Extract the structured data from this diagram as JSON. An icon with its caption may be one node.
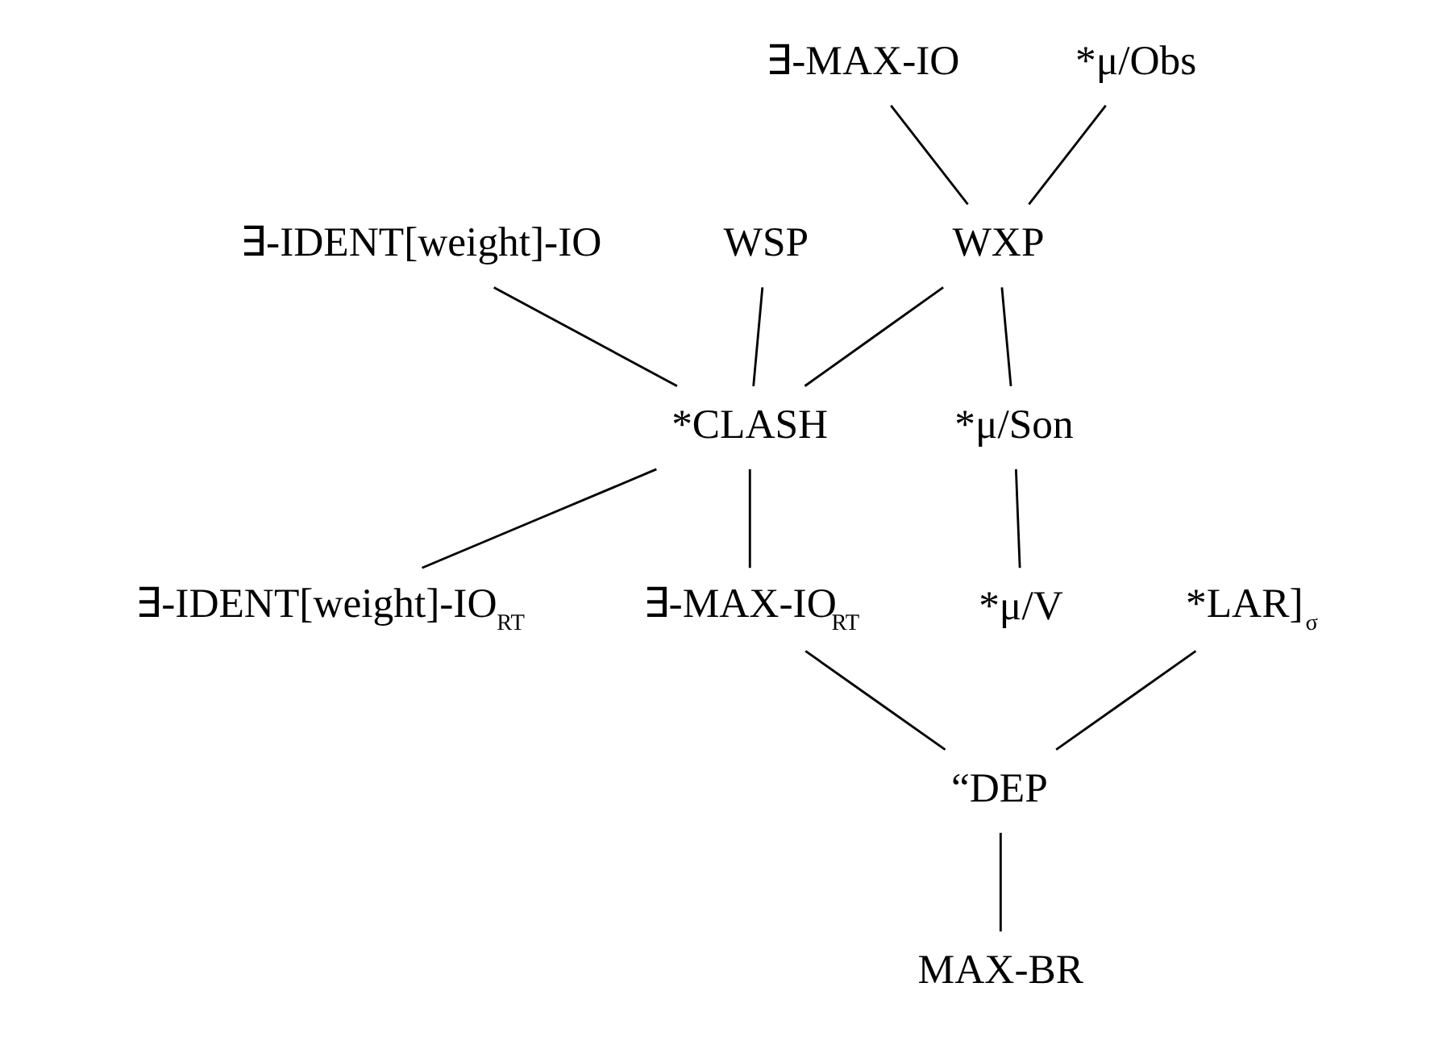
{
  "diagram": {
    "nodes": [
      {
        "text": [
          "∃-MAX-IO"
        ]
      },
      {
        "text": [
          "*μ/Obs"
        ]
      },
      {
        "text": [
          "∃-IDENT[weight]-IO"
        ]
      },
      {
        "text": [
          "WSP"
        ]
      },
      {
        "text": [
          "WXP"
        ]
      },
      {
        "text": [
          "*CLASH"
        ]
      },
      {
        "text": [
          "*μ/Son"
        ]
      },
      {
        "text": [
          "∃-IDENT[weight]-IO$_{RT}$"
        ]
      },
      {
        "text": [
          "∃-MAX-IO$_{RT}$"
        ]
      },
      {
        "text": [
          "*LAR]$_{σ}$"
        ]
      },
      {
        "text": [
          "*μ/V"
        ]
      },
      {
        "text": [
          "“DEP"
        ]
      },
      {
        "text": [
          "MAX-BR"
        ]
      }
    ],
    "edges": [
      {
        "from": 0,
        "to": 4,
        "arrow": "none"
      },
      {
        "from": 1,
        "to": 4,
        "arrow": "none"
      },
      {
        "from": 2,
        "to": 5,
        "arrow": "none"
      },
      {
        "from": 3,
        "to": 5,
        "arrow": "none"
      },
      {
        "from": 4,
        "to": 5,
        "arrow": "none"
      },
      {
        "from": 4,
        "to": 6,
        "arrow": "none"
      },
      {
        "from": 5,
        "to": 7,
        "arrow": "none"
      },
      {
        "from": 5,
        "to": 8,
        "arrow": "none"
      },
      {
        "from": 6,
        "to": 10,
        "arrow": "none"
      },
      {
        "from": 8,
        "to": 11,
        "arrow": "none"
      },
      {
        "from": 9,
        "to": 11,
        "arrow": "none"
      },
      {
        "from": 11,
        "to": 12,
        "arrow": "none"
      }
    ]
  }
}
